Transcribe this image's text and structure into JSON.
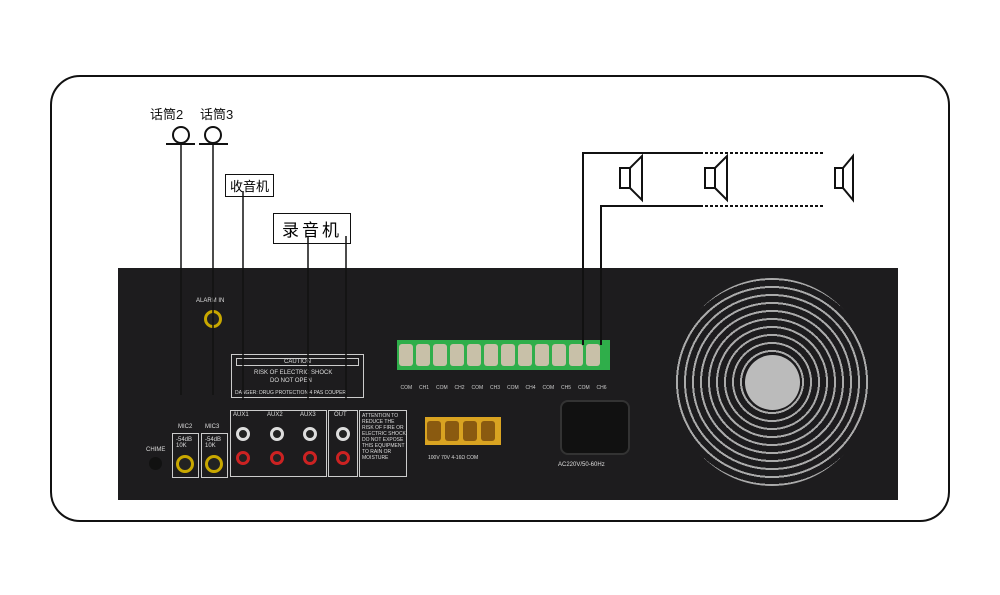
{
  "labels": {
    "mic2": "话筒2",
    "mic3": "话筒3",
    "radio": "收音机",
    "recorder": "录音机"
  },
  "panel": {
    "alarm_in": "ALARM IN",
    "caution_title": "CAUTION",
    "caution_line1": "RISK OF ELECTRIC SHOCK",
    "caution_line2": "DO NOT OPEN",
    "caution_line3": "DANGER: DRUG PROTECTION 4 PAS COUPER",
    "mic2": "MIC2",
    "mic3": "MIC3",
    "mic_spec": "-54dB 10K",
    "chime": "CHIME",
    "aux1": "AUX1",
    "aux2": "AUX2",
    "aux3": "AUX3",
    "out": "OUT",
    "attention": "ATTENTION TO REDUCE THE RISK OF FIRE OR ELECTRIC SHOCK DO NOT EXPOSE THIS EQUIPMENT TO RAIN OR MOISTURE",
    "terminals": [
      "COM",
      "CH1",
      "COM",
      "CH2",
      "COM",
      "CH3",
      "COM",
      "CH4",
      "COM",
      "CH5",
      "COM",
      "CH6"
    ],
    "output_terminals": "100V 70V 4-16Ω COM",
    "power": "AC220V/50-60Hz"
  }
}
